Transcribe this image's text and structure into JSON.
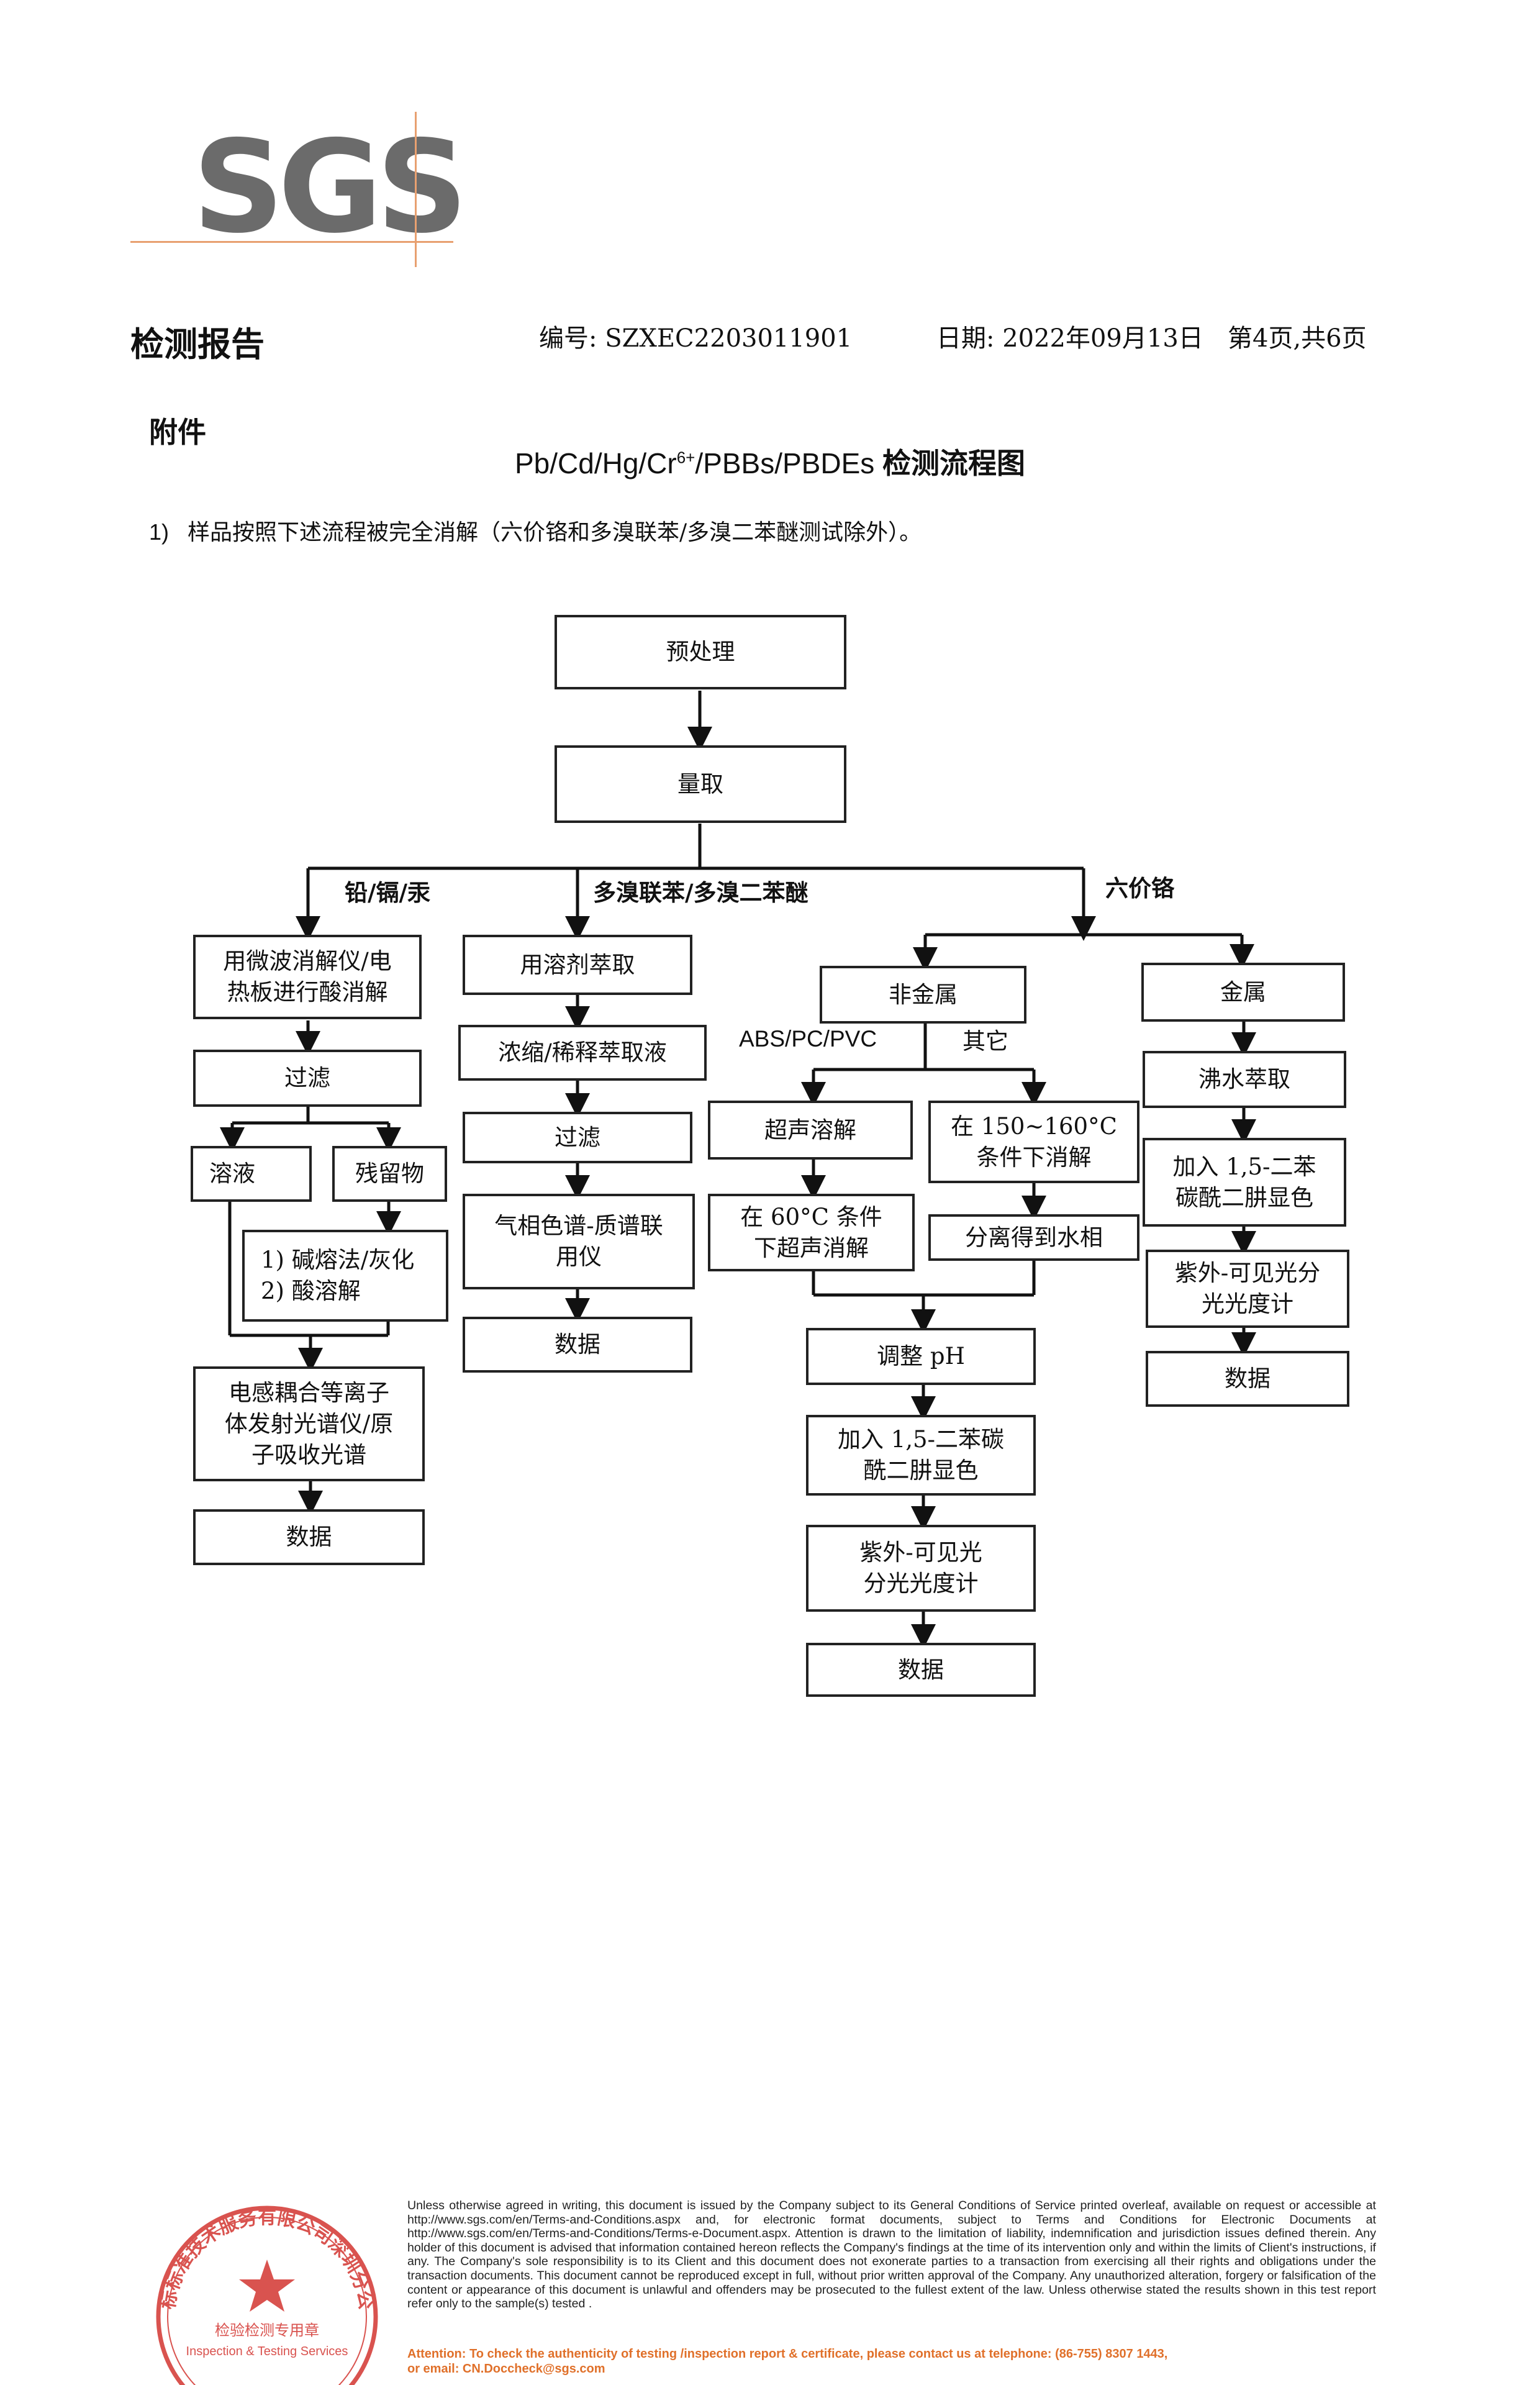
{
  "logo": {
    "text": "SGS"
  },
  "header": {
    "title": "检测报告",
    "number": "编号: SZXEC2203011901",
    "date": "日期: 2022年09月13日",
    "page": "第4页,共6页"
  },
  "appendix": "附件",
  "flow_title": {
    "prefix": "Pb/Cd/Hg/Cr",
    "sup": "6+",
    "middle": "/PBBs/PBDEs ",
    "suffix": "检测流程图"
  },
  "note": {
    "num": "1)",
    "text": "样品按照下述流程被完全消解（六价铬和多溴联苯/多溴二苯醚测试除外）。"
  },
  "flowchart": {
    "pretreat": "预处理",
    "measure": "量取",
    "branch_metals": "铅/镉/汞",
    "branch_pbb": "多溴联苯/多溴二苯醚",
    "branch_cr": "六价铬",
    "metals": {
      "digest": "用微波消解仪/电\n热板进行酸消解",
      "filter": "过滤",
      "solution": "溶液",
      "residue": "残留物",
      "residue_treat": "1) 碱熔法/灰化\n2) 酸溶解",
      "icp": "电感耦合等离子\n体发射光谱仪/原\n子吸收光谱",
      "data": "数据"
    },
    "pbb": {
      "extract": "用溶剂萃取",
      "concentrate": "浓缩/稀释萃取液",
      "filter": "过滤",
      "gcms": "气相色谱-质谱联\n用仪",
      "data": "数据"
    },
    "cr": {
      "nonmetal": "非金属",
      "abs_label": "ABS/PC/PVC",
      "other_label": "其它",
      "ultrasonic": "超声溶解",
      "digest_150": "在 150~160°C\n条件下消解",
      "ultra_60": "在 60°C 条件\n下超声消解",
      "separate": "分离得到水相",
      "adjust_ph": "调整 pH",
      "add_dpc": "加入 1,5-二苯碳\n酰二肼显色",
      "uv_vis": "紫外-可见光\n分光光度计",
      "data": "数据",
      "metal": "金属",
      "boil_extract": "沸水萃取",
      "metal_add_dpc": "加入 1,5-二苯\n碳酰二肼显色",
      "metal_uv": "紫外-可见光分\n光光度计",
      "metal_data": "数据"
    }
  },
  "footer": {
    "seal_top": "通标标准技术服务有限公司深圳分公司",
    "seal_mid": "检验检测专用章",
    "seal_en": "Inspection & Testing Services",
    "disclaimer": "Unless otherwise agreed in writing, this document is issued by the Company subject to its General Conditions of Service printed overleaf, available on request or accessible at http://www.sgs.com/en/Terms-and-Conditions.aspx and, for electronic format documents, subject to Terms and Conditions for Electronic Documents at http://www.sgs.com/en/Terms-and-Conditions/Terms-e-Document.aspx. Attention is drawn to the limitation of liability, indemnification and jurisdiction issues defined therein. Any holder of this document is advised that information contained hereon reflects the Company's findings at the time of its intervention only and within the limits of Client's instructions, if any. The Company's sole responsibility is to its Client and this document does not exonerate parties to a transaction from exercising all their rights and obligations under the transaction documents. This document cannot be reproduced except in full, without prior written approval of the Company. Any unauthorized alteration, forgery or falsification of the content or appearance of this document is unlawful and offenders may be prosecuted to the fullest extent of the law. Unless otherwise stated the results shown in this test report refer only to the sample(s) tested .",
    "attention": "Attention: To check the authenticity of testing /inspection report & certificate, please contact us at telephone: (86-755) 8307 1443,\nor email: CN.Doccheck@sgs.com"
  }
}
